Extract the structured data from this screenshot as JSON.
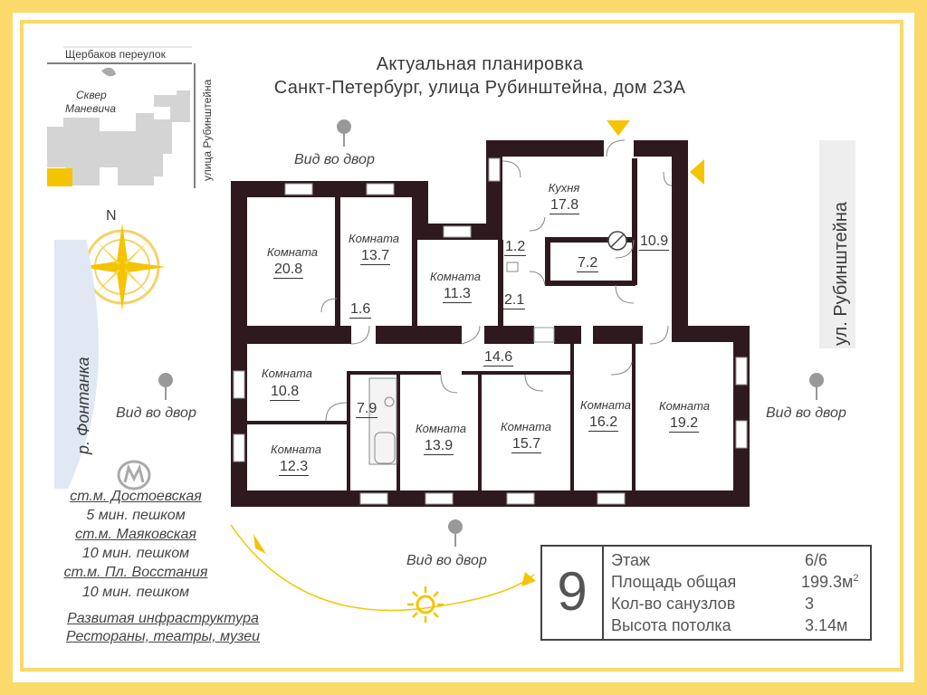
{
  "title": {
    "line1": "Актуальная планировка",
    "line2": "Санкт-Петербург, улица Рубинштейна, дом 23А"
  },
  "mini_map": {
    "street_top": "Щербаков переулок",
    "park_line1": "Сквер",
    "park_line2": "Маневича",
    "street_side": "улица Рубинштейна"
  },
  "compass": {
    "north": "N"
  },
  "street_right": "ул. Рубинштейна",
  "river": "р. Фонтанка",
  "views": {
    "top": "Вид во двор",
    "left": "Вид во двор",
    "right": "Вид во двор",
    "bottom": "Вид во двор"
  },
  "rooms": [
    {
      "id": "r208",
      "label": "Комната",
      "area": "20.8"
    },
    {
      "id": "r137",
      "label": "Комната",
      "area": "13.7"
    },
    {
      "id": "r16",
      "label": "",
      "area": "1.6"
    },
    {
      "id": "r113",
      "label": "Комната",
      "area": "11.3"
    },
    {
      "id": "r12",
      "label": "",
      "area": "1.2"
    },
    {
      "id": "r21",
      "label": "",
      "area": "2.1"
    },
    {
      "id": "r178",
      "label": "Кухня",
      "area": "17.8"
    },
    {
      "id": "r72",
      "label": "",
      "area": "7.2"
    },
    {
      "id": "r109",
      "label": "",
      "area": "10.9"
    },
    {
      "id": "r146",
      "label": "",
      "area": "14.6"
    },
    {
      "id": "r108",
      "label": "Комната",
      "area": "10.8"
    },
    {
      "id": "r123",
      "label": "Комната",
      "area": "12.3"
    },
    {
      "id": "r79",
      "label": "",
      "area": "7.9"
    },
    {
      "id": "r139",
      "label": "Комната",
      "area": "13.9"
    },
    {
      "id": "r157",
      "label": "Комната",
      "area": "15.7"
    },
    {
      "id": "r162",
      "label": "Комната",
      "area": "16.2"
    },
    {
      "id": "r192",
      "label": "Комната",
      "area": "19.2"
    }
  ],
  "metro": {
    "lines": [
      {
        "text": "ст.м. Достоевская",
        "underline": true
      },
      {
        "text": "5 мин. пешком",
        "underline": false
      },
      {
        "text": "ст.м. Маяковская",
        "underline": true
      },
      {
        "text": "10 мин. пешком",
        "underline": false
      },
      {
        "text": "ст.м. Пл. Восстания",
        "underline": true
      },
      {
        "text": "10 мин. пешком",
        "underline": false
      }
    ],
    "extra1": "Развитая инфраструктура",
    "extra2": "Рестораны, театры, музеи"
  },
  "info": {
    "number": "9",
    "rows": [
      {
        "label": "Этаж",
        "value": "6/6",
        "sup": ""
      },
      {
        "label": "Площадь общая",
        "value": "199.3м",
        "sup": "2"
      },
      {
        "label": "Кол-во санузлов",
        "value": "3",
        "sup": ""
      },
      {
        "label": "Высота потолка",
        "value": "3.14м",
        "sup": ""
      }
    ]
  },
  "colors": {
    "frame": "#fbd96a",
    "wall": "#2e1a1e",
    "accent": "#f5c400",
    "text": "#3a3a3a"
  }
}
